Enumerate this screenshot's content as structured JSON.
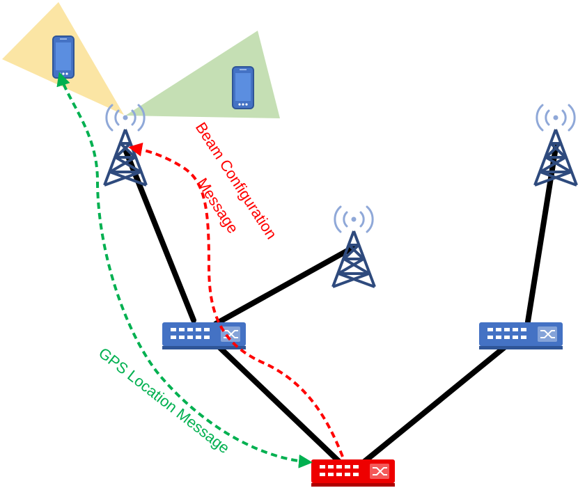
{
  "labels": {
    "beam_line1": "Beam Configuration",
    "beam_line2": "Message",
    "gps": "GPS Location Message"
  },
  "colors": {
    "background": "#ffffff",
    "link": "#000000",
    "tower": "#2e4a7d",
    "waves": "#8fa8d8",
    "switch_blue": "#4472c4",
    "switch_red": "#ee0000",
    "phone": "#4472c4",
    "beam_yellow": "#fbe5a4",
    "beam_green": "#c5dfb4",
    "beam_message": "#ff0000",
    "gps_message": "#00b050"
  },
  "nodes": {
    "towers": [
      "tower-left",
      "tower-middle",
      "tower-right"
    ],
    "switches": [
      "switch-left",
      "switch-right",
      "switch-root"
    ],
    "phones": [
      "phone-in-yellow-beam",
      "phone-in-green-beam"
    ]
  }
}
